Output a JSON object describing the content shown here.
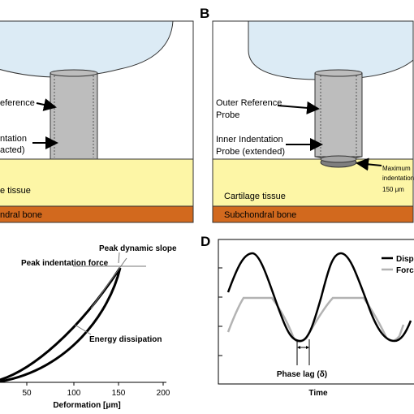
{
  "panel_b": {
    "letter": "B",
    "outer_probe_line1": "Outer Reference",
    "outer_probe_line2": "Probe",
    "inner_probe_line1": "Inner Indentation",
    "inner_probe_line2": "Probe (extended)",
    "max_line1": "Maximum",
    "max_line2": "indentation",
    "max_line3": "150 μm",
    "cartilage": "Cartilage tissue",
    "bone": "Subchondral bone"
  },
  "panel_a": {
    "ref_text": "eference",
    "indent_line1": "ntation",
    "indent_line2": "acted)",
    "cartilage": "e tissue",
    "bone": "ndral bone"
  },
  "panel_c": {
    "peak_slope": "Peak dynamic slope",
    "peak_force": "Peak indentation force",
    "energy": "Energy dissipation",
    "xlabel": "Deformation [μm]",
    "xticks": [
      "50",
      "100",
      "150",
      "200"
    ]
  },
  "panel_d": {
    "letter": "D",
    "legend_disp": "Disp",
    "legend_force": "Forc",
    "phase_lag": "Phase lag (δ)",
    "xlabel": "Time"
  },
  "colors": {
    "cartilage": "#fdf6a6",
    "bone": "#d2691e",
    "chamber": "#dcebf5",
    "probe": "#bdbdbd",
    "displacement": "#000000",
    "force": "#b3b3b3"
  }
}
